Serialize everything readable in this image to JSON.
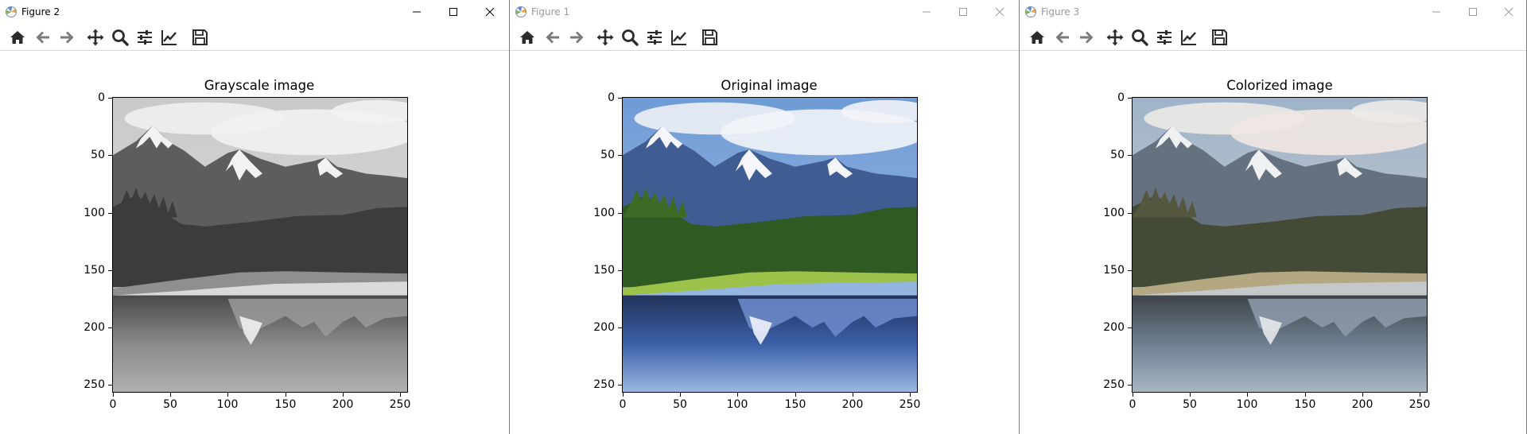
{
  "windows": [
    {
      "title": "Figure 2",
      "state": "active",
      "axes_title": "Grayscale image",
      "image_variant": "grayscale",
      "y_ticks": [
        "0",
        "50",
        "100",
        "150",
        "200",
        "250"
      ],
      "x_ticks": [
        "0",
        "50",
        "100",
        "150",
        "200",
        "250"
      ]
    },
    {
      "title": "Figure 1",
      "state": "inactive",
      "axes_title": "Original image",
      "image_variant": "original",
      "y_ticks": [
        "0",
        "50",
        "100",
        "150",
        "200",
        "250"
      ],
      "x_ticks": [
        "0",
        "50",
        "100",
        "150",
        "200",
        "250"
      ]
    },
    {
      "title": "Figure 3",
      "state": "inactive",
      "axes_title": "Colorized image",
      "image_variant": "colorized",
      "y_ticks": [
        "0",
        "50",
        "100",
        "150",
        "200",
        "250"
      ],
      "x_ticks": [
        "0",
        "50",
        "100",
        "150",
        "200",
        "250"
      ]
    }
  ],
  "toolbar": {
    "buttons": [
      "home-icon",
      "back-arrow-icon",
      "forward-arrow-icon",
      "pan-move-icon",
      "zoom-magnifier-icon",
      "configure-subplots-icon",
      "edit-axis-icon",
      "save-floppy-icon"
    ]
  },
  "window_controls": [
    "minimize-icon",
    "maximize-icon",
    "close-icon"
  ],
  "axis_range": {
    "x": [
      0,
      256
    ],
    "y": [
      256,
      0
    ]
  },
  "colors": {
    "icon_active": "#2b2b2b",
    "icon_inactive": "#9a9a9a",
    "original": {
      "sky": "#7fa6d8",
      "cloud": "#eef1f6",
      "mountain": "#4a5f8a",
      "snow": "#f4f6fb",
      "forest": "#2f5a22",
      "grass": "#7da93a",
      "water": "#3b5fa8"
    },
    "grayscale": {
      "sky": "#b8b8b8",
      "cloud": "#efefef",
      "mountain": "#5d5d5d",
      "snow": "#f2f2f2",
      "forest": "#3c3c3c",
      "grass": "#8f8f8f",
      "water": "#6a6a6a"
    },
    "colorized": {
      "sky": "#a7b8c8",
      "cloud": "#eceae6",
      "mountain": "#66717f",
      "snow": "#eef0f2",
      "forest": "#434a35",
      "grass": "#9c9a78",
      "water": "#7b8a98"
    }
  }
}
